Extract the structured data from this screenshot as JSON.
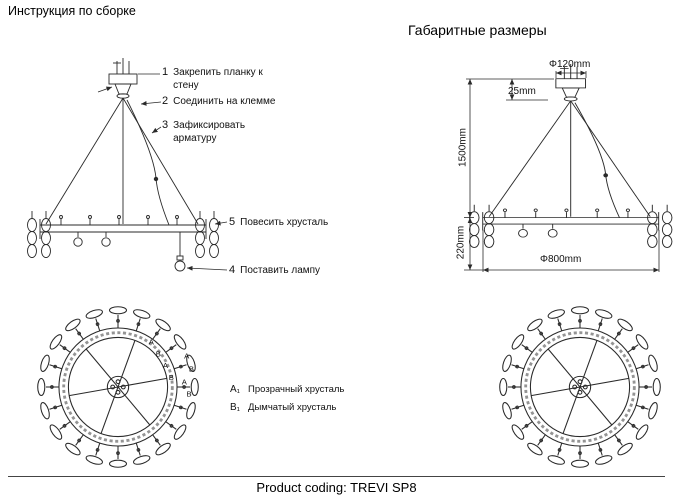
{
  "titles": {
    "assembly": "Инструкция по сборке",
    "dimensions": "Габаритные размеры"
  },
  "steps": [
    {
      "num": "1",
      "label": "Закрепить планку к стену"
    },
    {
      "num": "2",
      "label": "Соединить на клемме"
    },
    {
      "num": "3",
      "label": "Зафиксировать арматуру"
    },
    {
      "num": "5",
      "label": "Повесить хрусталь"
    },
    {
      "num": "4",
      "label": "Поставить лампу"
    }
  ],
  "dims": {
    "top_diameter": "Φ120mm",
    "canopy_height": "25mm",
    "suspension_height": "1500mm",
    "body_height": "220mm",
    "ring_diameter": "Φ800mm"
  },
  "legend": [
    {
      "key": "A₁",
      "label": "Прозрачный хрусталь"
    },
    {
      "key": "B₁",
      "label": "Дымчатый хрусталь"
    }
  ],
  "ring_letters": [
    "A",
    "B",
    "A",
    "B",
    "A",
    "B",
    "A",
    "B"
  ],
  "footer": {
    "product_coding": "Product coding: TREVI SP8"
  }
}
